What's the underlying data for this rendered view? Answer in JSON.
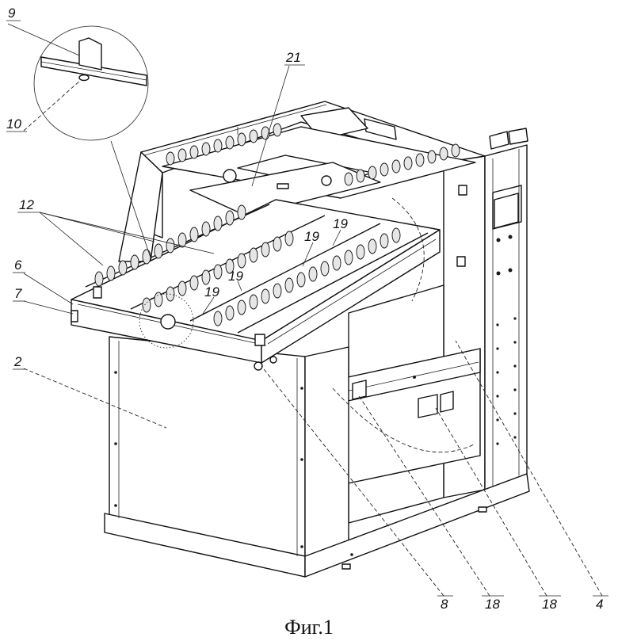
{
  "caption": "Фиг.1",
  "labels": {
    "l9": "9",
    "l10": "10",
    "l21": "21",
    "l12": "12",
    "l6": "6",
    "l7": "7",
    "l2": "2",
    "l19a": "19",
    "l19b": "19",
    "l19c": "19",
    "l19d": "19",
    "l8": "8",
    "l18a": "18",
    "l18b": "18",
    "l4": "4"
  }
}
